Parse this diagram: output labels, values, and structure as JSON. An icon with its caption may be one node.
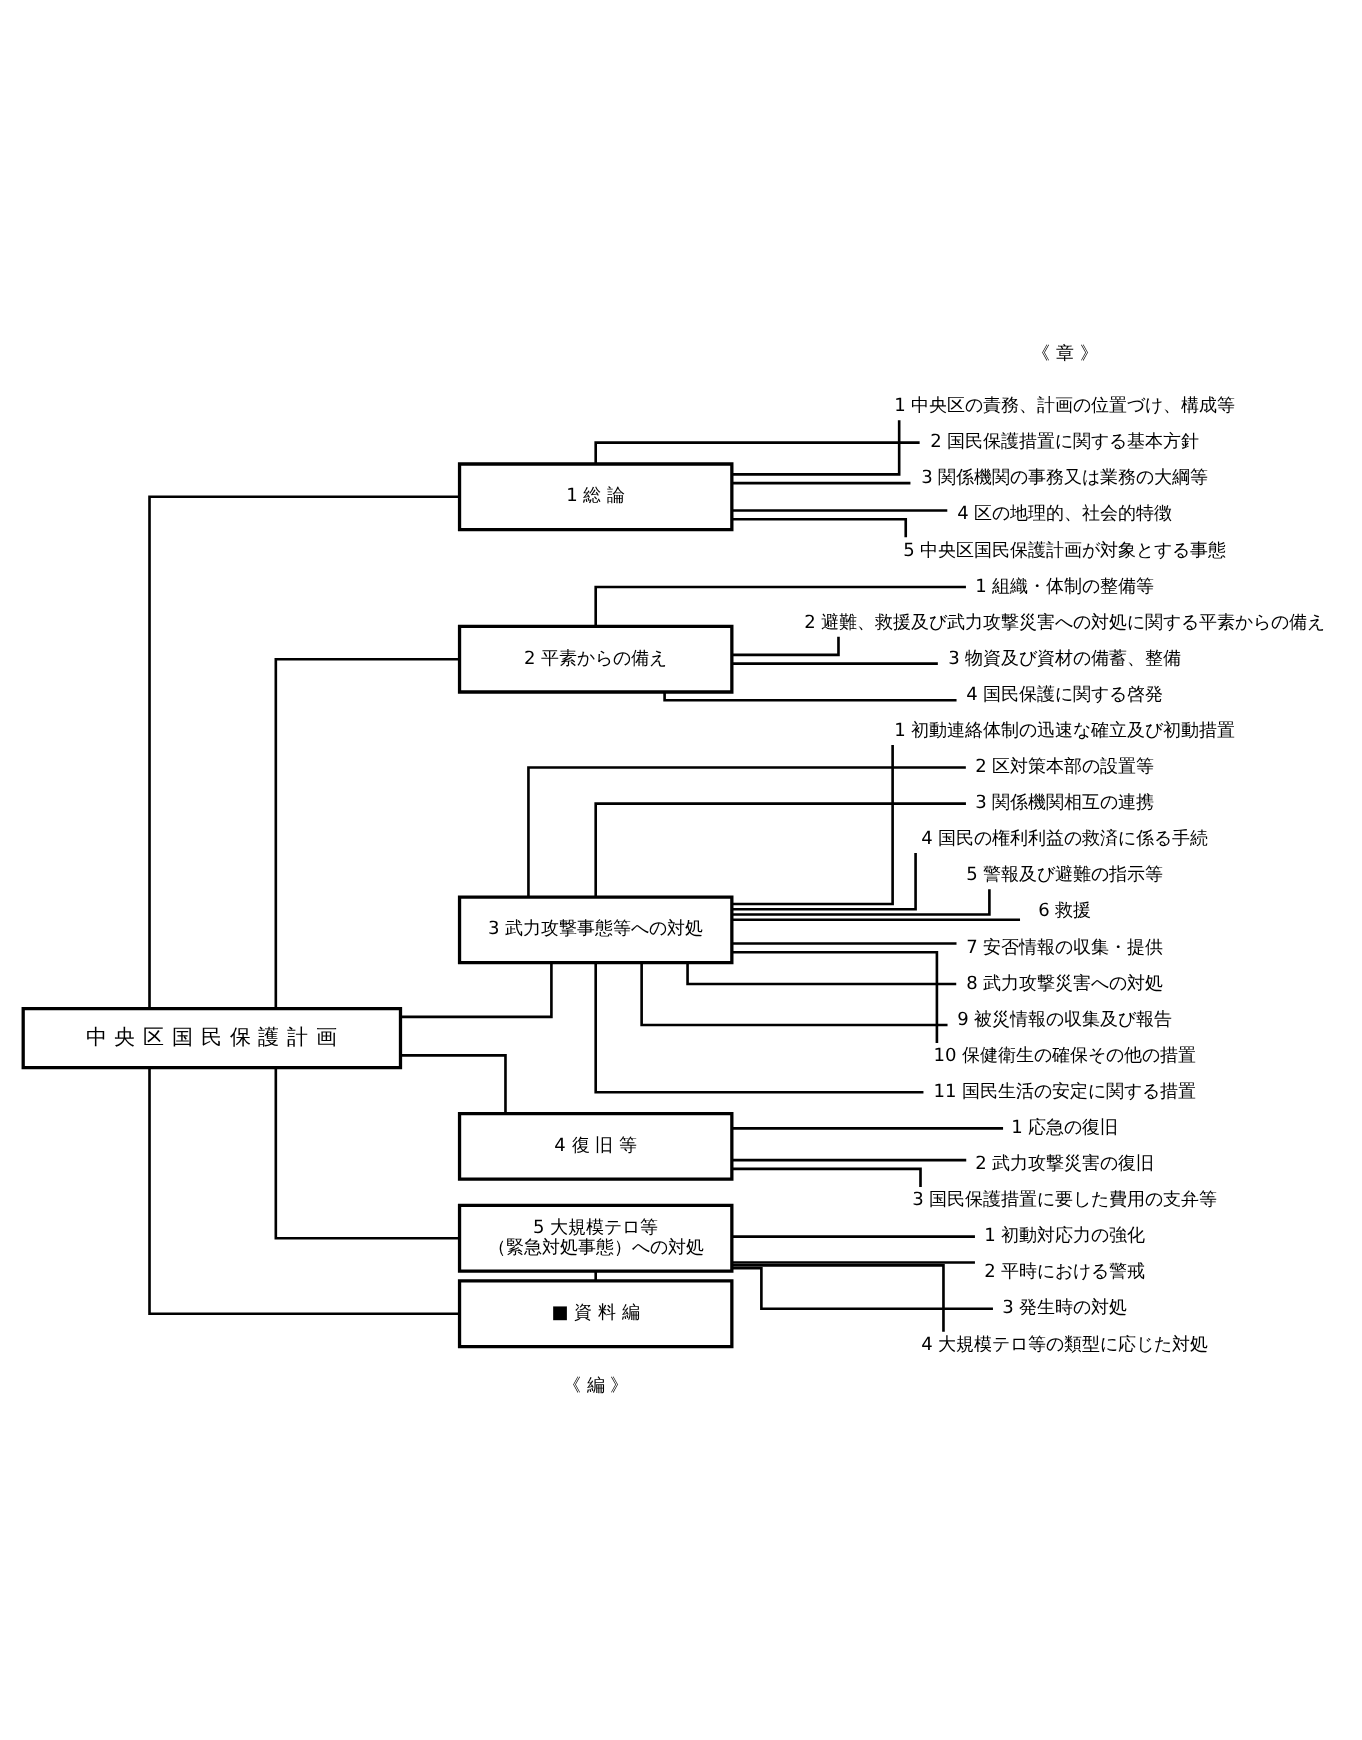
{
  "diagram": {
    "nodes": [
      {
        "text": [
          "中 央 区 国 民 保 護 計 画"
        ]
      },
      {
        "text": [
          "1 総 論"
        ]
      },
      {
        "text": [
          "1 中央区の責務、計画の位置づけ、構成等"
        ]
      },
      {
        "text": [
          "2 国民保護措置に関する基本方針"
        ]
      },
      {
        "text": [
          "3 関係機関の事務又は業務の大綱等"
        ]
      },
      {
        "text": [
          "4 区の地理的、社会的特徴"
        ]
      },
      {
        "text": [
          "5 中央区国民保護計画が対象とする事態"
        ]
      },
      {
        "text": [
          "2 平素からの備え"
        ]
      },
      {
        "text": [
          "1 組織・体制の整備等"
        ]
      },
      {
        "text": [
          "2 避難、救援及び武力攻撃災害への対処に関する平素からの備え"
        ]
      },
      {
        "text": [
          "3 物資及び資材の備蓄、整備"
        ]
      },
      {
        "text": [
          "4 国民保護に関する啓発"
        ]
      },
      {
        "text": [
          "3 武力攻撃事態等への対処"
        ]
      },
      {
        "text": [
          "1 初動連絡体制の迅速な確立及び初動措置"
        ]
      },
      {
        "text": [
          "2 区対策本部の設置等"
        ]
      },
      {
        "text": [
          "3 関係機関相互の連携"
        ]
      },
      {
        "text": [
          "4 国民の権利利益の救済に係る手続"
        ]
      },
      {
        "text": [
          "5 警報及び避難の指示等"
        ]
      },
      {
        "text": [
          "6 救援"
        ]
      },
      {
        "text": [
          "7 安否情報の収集・提供"
        ]
      },
      {
        "text": [
          "8 武力攻撃災害への対処"
        ]
      },
      {
        "text": [
          "9 被災情報の収集及び報告"
        ]
      },
      {
        "text": [
          "10 保健衛生の確保その他の措置"
        ]
      },
      {
        "text": [
          "11 国民生活の安定に関する措置"
        ]
      },
      {
        "text": [
          "4 復 旧 等"
        ]
      },
      {
        "text": [
          "1 応急の復旧"
        ]
      },
      {
        "text": [
          "2 武力攻撃災害の復旧"
        ]
      },
      {
        "text": [
          "3 国民保護措置に要した費用の支弁等"
        ]
      },
      {
        "text": [
          "5 大規模テロ等",
          "（緊急対処事態）への対処"
        ]
      },
      {
        "text": [
          "1 初動対応力の強化"
        ]
      },
      {
        "text": [
          "2 平時における警戒"
        ]
      },
      {
        "text": [
          "3 発生時の対処"
        ]
      },
      {
        "text": [
          "4 大規模テロ等の類型に応じた対処"
        ]
      },
      {
        "text": [
          "■ 資 料 編"
        ]
      }
    ],
    "edges": [
      {
        "from": 0,
        "to": 1,
        "arrow": "none"
      },
      {
        "from": 0,
        "to": 7,
        "arrow": "none"
      },
      {
        "from": 0,
        "to": 12,
        "arrow": "none"
      },
      {
        "from": 0,
        "to": 24,
        "arrow": "none"
      },
      {
        "from": 0,
        "to": 28,
        "arrow": "none"
      },
      {
        "from": 0,
        "to": 33,
        "arrow": "none"
      },
      {
        "from": 1,
        "to": 2,
        "arrow": "none"
      },
      {
        "from": 1,
        "to": 3,
        "arrow": "none"
      },
      {
        "from": 1,
        "to": 4,
        "arrow": "none"
      },
      {
        "from": 1,
        "to": 5,
        "arrow": "none"
      },
      {
        "from": 1,
        "to": 6,
        "arrow": "none"
      },
      {
        "from": 7,
        "to": 8,
        "arrow": "none"
      },
      {
        "from": 7,
        "to": 9,
        "arrow": "none"
      },
      {
        "from": 7,
        "to": 10,
        "arrow": "none"
      },
      {
        "from": 7,
        "to": 11,
        "arrow": "none"
      },
      {
        "from": 12,
        "to": 13,
        "arrow": "none"
      },
      {
        "from": 12,
        "to": 14,
        "arrow": "none"
      },
      {
        "from": 12,
        "to": 15,
        "arrow": "none"
      },
      {
        "from": 12,
        "to": 16,
        "arrow": "none"
      },
      {
        "from": 12,
        "to": 17,
        "arrow": "none"
      },
      {
        "from": 12,
        "to": 18,
        "arrow": "none"
      },
      {
        "from": 12,
        "to": 19,
        "arrow": "none"
      },
      {
        "from": 12,
        "to": 20,
        "arrow": "none"
      },
      {
        "from": 12,
        "to": 21,
        "arrow": "none"
      },
      {
        "from": 12,
        "to": 22,
        "arrow": "none"
      },
      {
        "from": 12,
        "to": 23,
        "arrow": "none"
      },
      {
        "from": 24,
        "to": 25,
        "arrow": "none"
      },
      {
        "from": 24,
        "to": 26,
        "arrow": "none"
      },
      {
        "from": 24,
        "to": 27,
        "arrow": "none"
      },
      {
        "from": 28,
        "to": 29,
        "arrow": "none"
      },
      {
        "from": 28,
        "to": 30,
        "arrow": "none"
      },
      {
        "from": 28,
        "to": 31,
        "arrow": "none"
      },
      {
        "from": 28,
        "to": 32,
        "arrow": "none"
      },
      {
        "from": 28,
        "to": 33,
        "arrow": "none"
      }
    ],
    "labels": [
      "《 編 》",
      "《 章 》"
    ]
  }
}
